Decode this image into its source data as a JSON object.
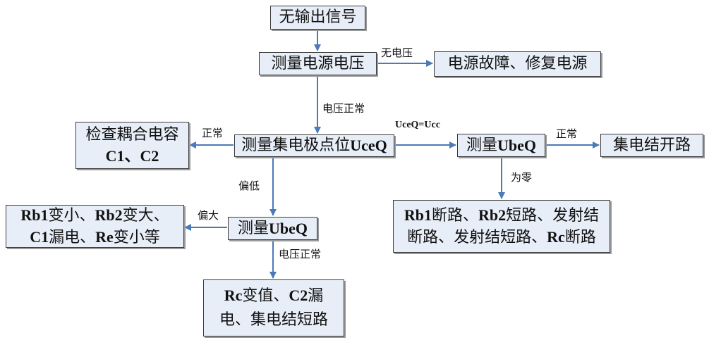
{
  "diagram": {
    "type": "flowchart",
    "colors": {
      "box_fill": "#e8eef8",
      "box_border": "#3a3a3a",
      "arrow": "#4a7ab8"
    },
    "nodes": {
      "start": {
        "text": "无输出信号"
      },
      "measure_supply": {
        "text": "测量电源电压"
      },
      "supply_fault": {
        "text": "电源故障、修复电源"
      },
      "check_coupling": {
        "line1": "检查耦合电容",
        "line2": "C1、C2"
      },
      "measure_uceq": {
        "text_cn": "测量集电极点位",
        "text_en": "UceQ"
      },
      "measure_ubeq_right": {
        "text_cn": "测量",
        "text_en": "UbeQ"
      },
      "collector_open": {
        "text": "集电结开路"
      },
      "rb1_small": {
        "line1": [
          {
            "t": "Rb1",
            "b": true
          },
          {
            "t": "变小、",
            "b": false
          },
          {
            "t": "Rb2",
            "b": true
          },
          {
            "t": "变大、",
            "b": false
          }
        ],
        "line2": [
          {
            "t": "C1",
            "b": true
          },
          {
            "t": "漏电、",
            "b": false
          },
          {
            "t": "Re",
            "b": true
          },
          {
            "t": "变小等",
            "b": false
          }
        ]
      },
      "measure_ubeq_low": {
        "text_cn": "测量",
        "text_en": "UbeQ"
      },
      "rb1_open": {
        "line1": [
          {
            "t": "Rb1",
            "b": true
          },
          {
            "t": "断路、",
            "b": false
          },
          {
            "t": "Rb2",
            "b": true
          },
          {
            "t": "短路、发射结",
            "b": false
          }
        ],
        "line2": [
          {
            "t": "断路、发射结短路、",
            "b": false
          },
          {
            "t": "Rc",
            "b": true
          },
          {
            "t": "断路",
            "b": false
          }
        ]
      },
      "rc_change": {
        "line1": [
          {
            "t": "Rc",
            "b": true
          },
          {
            "t": "变值、",
            "b": false
          },
          {
            "t": "C2",
            "b": true
          },
          {
            "t": "漏",
            "b": false
          }
        ],
        "line2": [
          {
            "t": "电、集电结短路",
            "b": false
          }
        ]
      }
    },
    "edge_labels": {
      "no_voltage": "无电压",
      "voltage_normal_1": "电压正常",
      "normal_left": "正常",
      "uceq_eq_ucc": "UceQ=Ucc",
      "normal_right": "正常",
      "is_zero": "为零",
      "low": "偏低",
      "high": "偏大",
      "voltage_normal_2": "电压正常"
    }
  }
}
